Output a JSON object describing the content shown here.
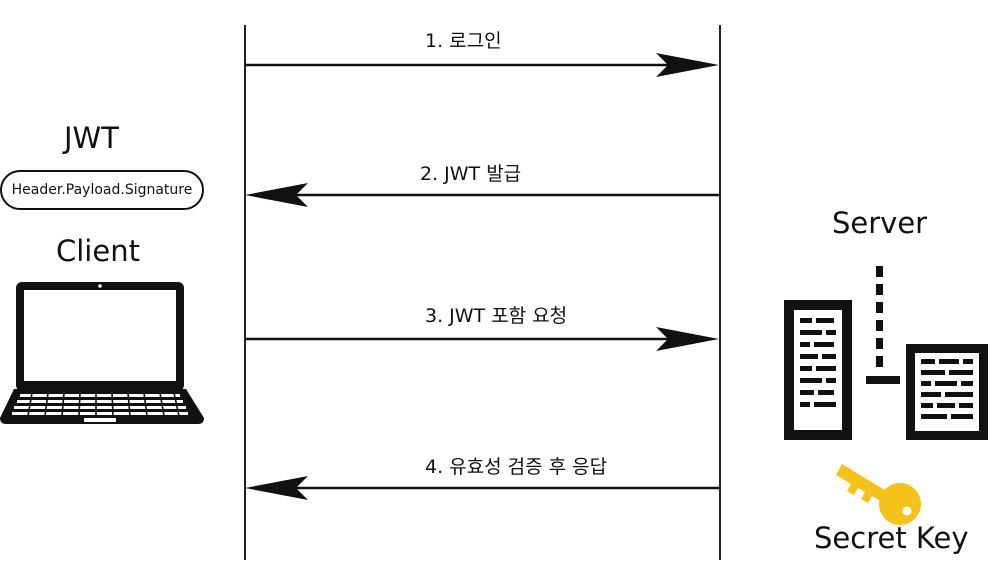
{
  "client": {
    "token_title": "JWT",
    "token_format": "Header.Payload.Signature",
    "label": "Client",
    "icon": "laptop-icon"
  },
  "server": {
    "label": "Server",
    "icon": "server-icon",
    "key_label": "Secret Key",
    "key_icon": "key-icon",
    "key_color": "#F5C21B"
  },
  "messages": [
    {
      "label": "1. 로그인",
      "direction": "client-to-server"
    },
    {
      "label": "2. JWT 발급",
      "direction": "server-to-client"
    },
    {
      "label": "3. JWT 포함 요청",
      "direction": "client-to-server"
    },
    {
      "label": "4. 유효성 검증 후 응답",
      "direction": "server-to-client"
    }
  ]
}
